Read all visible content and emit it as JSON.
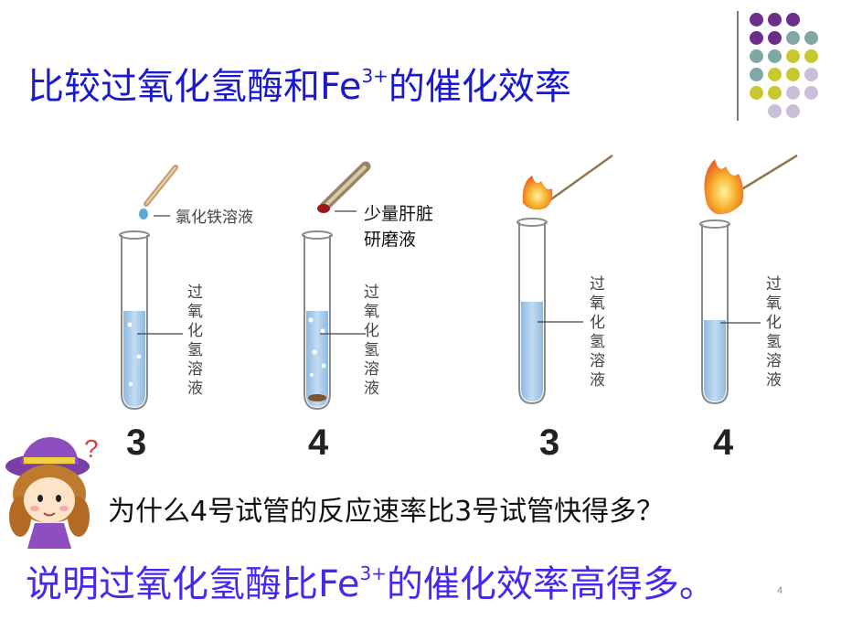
{
  "slide": {
    "title_pre": "比较过氧化氢酶和Fe",
    "title_sup": "3+",
    "title_post": "的催化效率",
    "question": "为什么4号试管的反应速率比3号试管快得多？",
    "conclusion_pre": "说明过氧化氢酶比Fe",
    "conclusion_sup": "3+",
    "conclusion_post": "的催化效率高得多。",
    "page_number": "4"
  },
  "figure": {
    "label_fecl3": "氯化铁溶液",
    "label_liver_line1": "少量肝脏",
    "label_liver_line2": "研磨液",
    "tube_label_chars": [
      "过",
      "氧",
      "化",
      "氢",
      "溶",
      "液"
    ],
    "tube_numbers": [
      "3",
      "4",
      "3",
      "4"
    ]
  },
  "colors": {
    "title_blue": "#1a1acc",
    "conclusion_purple": "#4b27ee",
    "liquid_blue": "#a8cbea",
    "dot_purple": "#6b2f8a",
    "dot_teal": "#7fa8a4",
    "dot_yellow": "#c8c832",
    "dot_lilac": "#c9bfd8"
  }
}
